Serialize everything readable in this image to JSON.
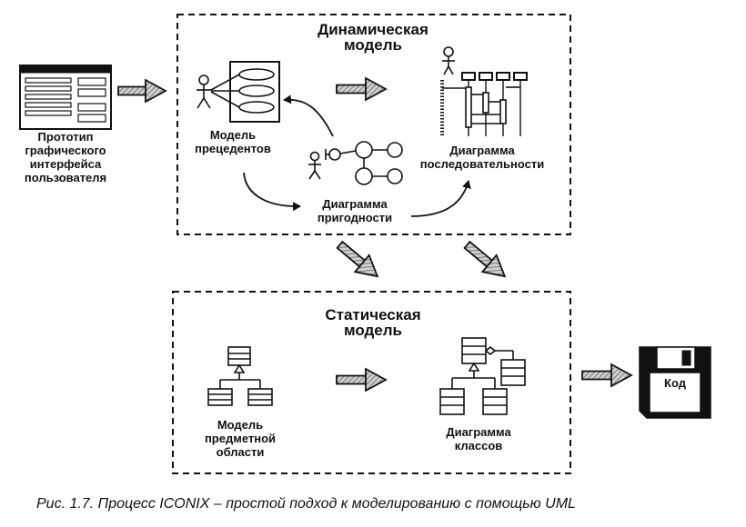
{
  "dynamic_model": {
    "title_lines": [
      "Динамическая",
      "модель"
    ]
  },
  "static_model": {
    "title_lines": [
      "Статическая",
      "модель"
    ]
  },
  "nodes": {
    "gui_prototype": [
      "Прототип",
      "графического",
      "интерфейса",
      "пользователя"
    ],
    "use_case_model": [
      "Модель",
      "прецедентов"
    ],
    "robustness_diagram": [
      "Диаграмма",
      "пригодности"
    ],
    "sequence_diagram": [
      "Диаграмма",
      "последовательности"
    ],
    "domain_model": [
      "Модель",
      "предметной",
      "области"
    ],
    "class_diagram": [
      "Диаграмма",
      "классов"
    ],
    "code": "Код"
  },
  "caption": "Рис. 1.7. Процесс ICONIX – простой подход к моделированию с помощью UML"
}
